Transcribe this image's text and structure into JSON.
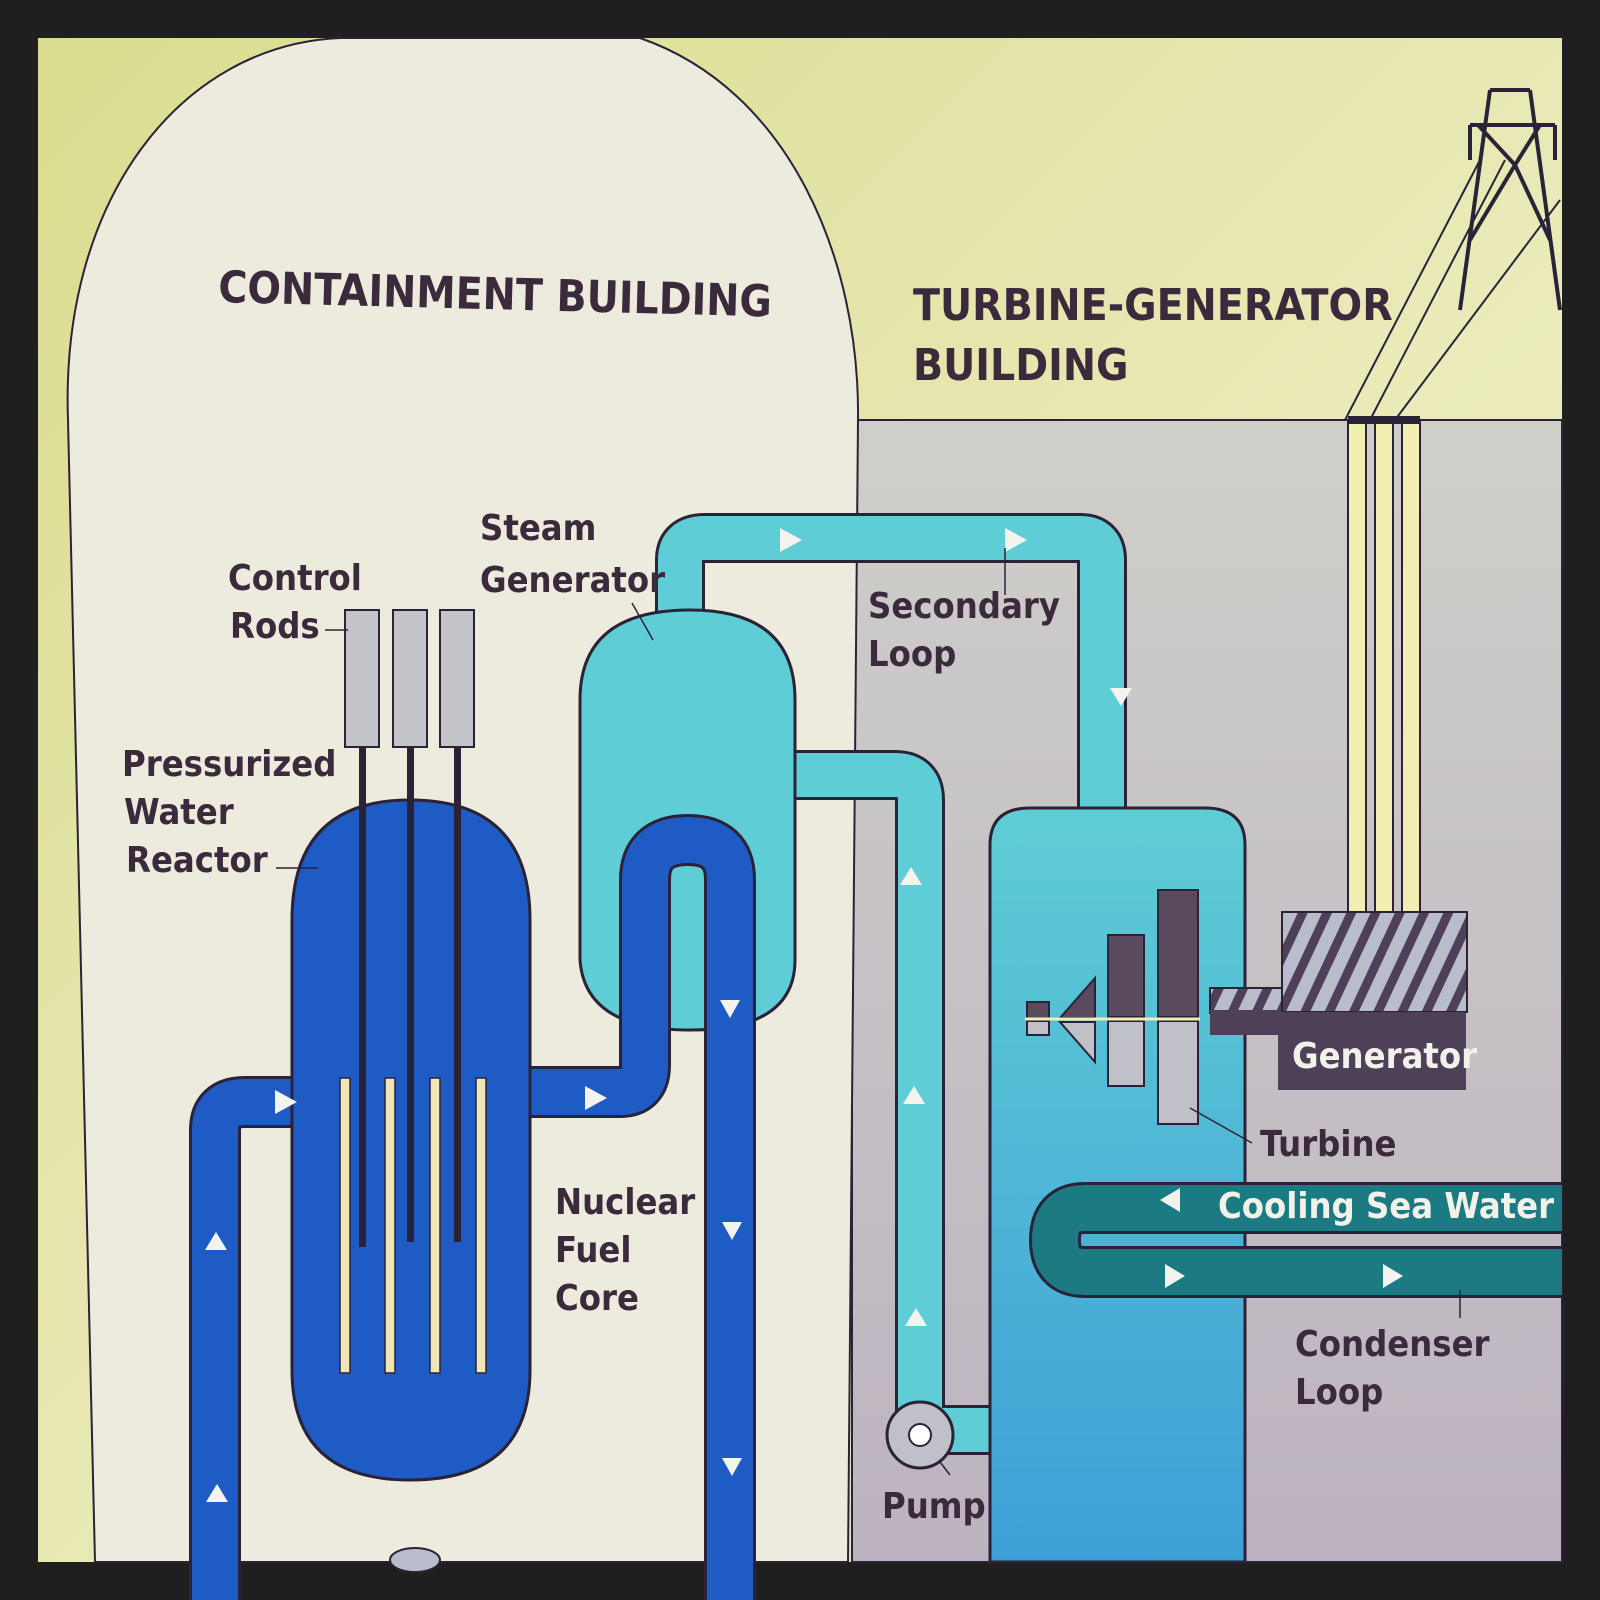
{
  "buildings": {
    "containment": "CONTAINMENT BUILDING",
    "turbine_line1": "TURBINE-GENERATOR",
    "turbine_line2": "BUILDING"
  },
  "components": {
    "control_rods": [
      "Control",
      "Rods"
    ],
    "steam_generator": [
      "Steam",
      "Generator"
    ],
    "secondary_loop": [
      "Secondary",
      "Loop"
    ],
    "reactor": [
      "Pressurized",
      "Water",
      "Reactor"
    ],
    "fuel_core": [
      "Nuclear",
      "Fuel",
      "Core"
    ],
    "generator": "Generator",
    "turbine": "Turbine",
    "cooling": "Cooling Sea Water",
    "condenser_loop": [
      "Condenser",
      "Loop"
    ],
    "pump": "Pump"
  },
  "colors": {
    "background": "#e2e2a4",
    "containment": "#ecebdd",
    "turbine_building": "#c9c8c4",
    "primary_loop": "#1f5bc4",
    "secondary_loop": "#5fcdd5",
    "cooling_water": "#1b7a82",
    "outline": "#2c2238"
  }
}
